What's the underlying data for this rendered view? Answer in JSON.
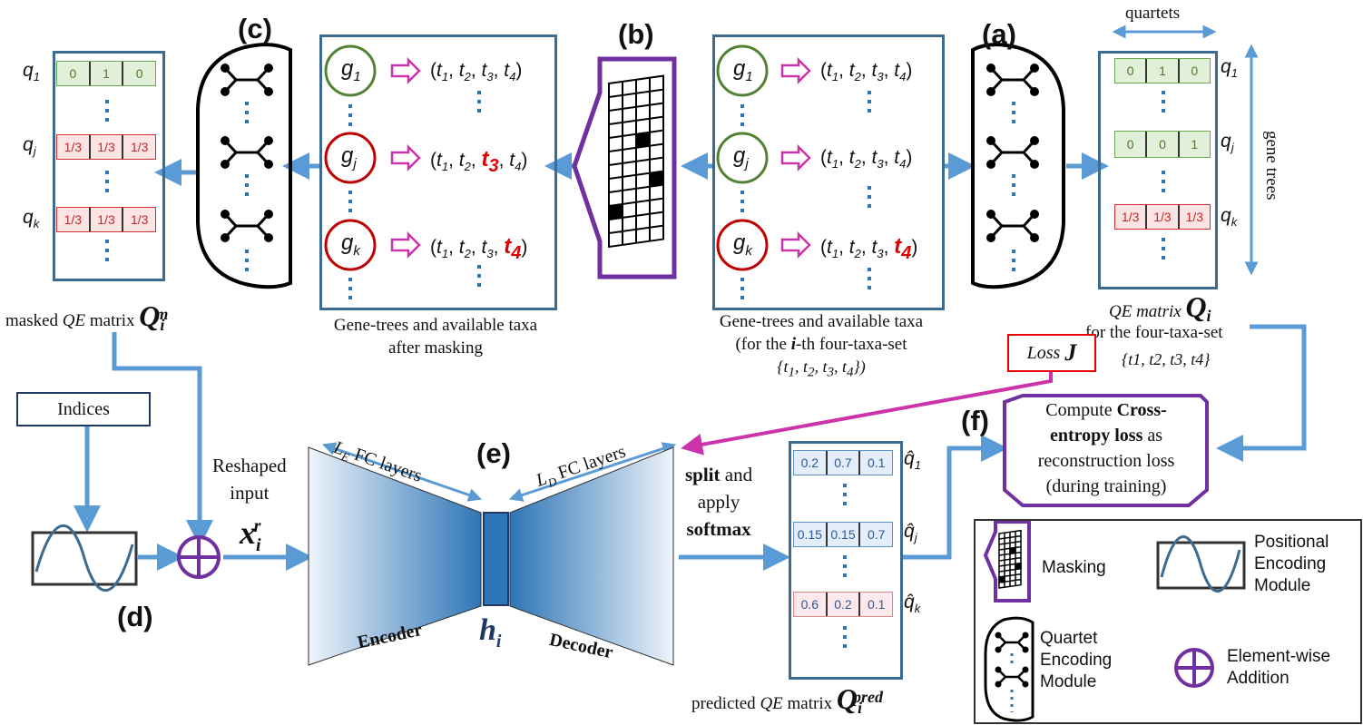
{
  "panels": {
    "a": "(a)",
    "b": "(b)",
    "c": "(c)",
    "d": "(d)",
    "e": "(e)",
    "f": "(f)"
  },
  "qe_matrix": {
    "axis_quartets": "quartets",
    "axis_gene_trees": "gene trees",
    "rows": [
      {
        "label": "q",
        "sub": "1",
        "cells": [
          "0",
          "1",
          "0"
        ],
        "kind": "green"
      },
      {
        "label": "q",
        "sub": "j",
        "cells": [
          "0",
          "0",
          "1"
        ],
        "kind": "green"
      },
      {
        "label": "q",
        "sub": "k",
        "cells": [
          "1/3",
          "1/3",
          "1/3"
        ],
        "kind": "red"
      }
    ],
    "caption_prefix": "QE matrix ",
    "caption_sym": "Q",
    "caption_sub": "i",
    "caption_line2": "for the four-taxa-set",
    "caption_line3": "{t1, t2, t3, t4}"
  },
  "masked_matrix": {
    "rows": [
      {
        "label": "q",
        "sub": "1",
        "cells": [
          "0",
          "1",
          "0"
        ],
        "kind": "green"
      },
      {
        "label": "q",
        "sub": "j",
        "cells": [
          "1/3",
          "1/3",
          "1/3"
        ],
        "kind": "red"
      },
      {
        "label": "q",
        "sub": "k",
        "cells": [
          "1/3",
          "1/3",
          "1/3"
        ],
        "kind": "red"
      }
    ],
    "caption_prefix": "masked ",
    "caption_italic": "QE",
    "caption_mid": " matrix ",
    "caption_sym": "Q",
    "caption_sub": "i",
    "caption_sup": "m"
  },
  "gene_trees_right": {
    "trees": [
      {
        "g": "g",
        "sub": "1"
      },
      {
        "g": "g",
        "sub": "j"
      },
      {
        "g": "g",
        "sub": "k"
      }
    ],
    "caption1": "Gene-trees and available taxa",
    "caption2": "(for the i-th four-taxa-set",
    "caption3": "{t1, t2, t3, t4})"
  },
  "gene_trees_left": {
    "caption1": "Gene-trees and available taxa",
    "caption2": "after masking"
  },
  "tuples": {
    "t1": "t",
    "sub1": "1",
    "sub2": "2",
    "sub3": "3",
    "sub4": "4"
  },
  "indices": "Indices",
  "reshaped": {
    "line1": "Reshaped",
    "line2": "input",
    "sym": "x",
    "sub": "i",
    "sup": "r"
  },
  "encoder": {
    "layers": "FC layers",
    "L": "L",
    "Lsub": "E",
    "label": "Encoder"
  },
  "decoder": {
    "layers": "FC layers",
    "L": "L",
    "Lsub": "D",
    "label": "Decoder"
  },
  "latent": {
    "sym": "h",
    "sub": "i"
  },
  "split": {
    "w1": "split",
    "w2": " and",
    "w3": "apply",
    "w4": "softmax"
  },
  "pred_matrix": {
    "rows": [
      {
        "label": "q̂",
        "sub": "1",
        "cells": [
          "0.2",
          "0.7",
          "0.1"
        ],
        "kind": "blue"
      },
      {
        "label": "q̂",
        "sub": "j",
        "cells": [
          "0.15",
          "0.15",
          "0.7"
        ],
        "kind": "blue"
      },
      {
        "label": "q̂",
        "sub": "k",
        "cells": [
          "0.6",
          "0.2",
          "0.1"
        ],
        "kind": "pink"
      }
    ],
    "caption_prefix": "predicted ",
    "caption_italic": "QE",
    "caption_mid": " matrix ",
    "caption_sym": "Q",
    "caption_sub": "i",
    "caption_sup": "pred"
  },
  "loss": {
    "label": "Loss",
    "sym": "J"
  },
  "compute": {
    "l1a": "Compute ",
    "l1b": "Cross-",
    "l2a": "entropy loss",
    "l2b": " as",
    "l3": "reconstruction loss",
    "l4": "(during training)"
  },
  "legend": {
    "masking": "Masking",
    "pos1": "Positional",
    "pos2": "Encoding",
    "pos3": "Module",
    "qe1": "Quartet",
    "qe2": "Encoding",
    "qe3": "Module",
    "add1": "Element-wise",
    "add2": "Addition"
  },
  "colors": {
    "arrow": "#5b9bd5",
    "magenta": "#cc33aa",
    "purple": "#7030a0",
    "green": "#548235",
    "red": "#c00000",
    "box": "#3d6b8f"
  }
}
